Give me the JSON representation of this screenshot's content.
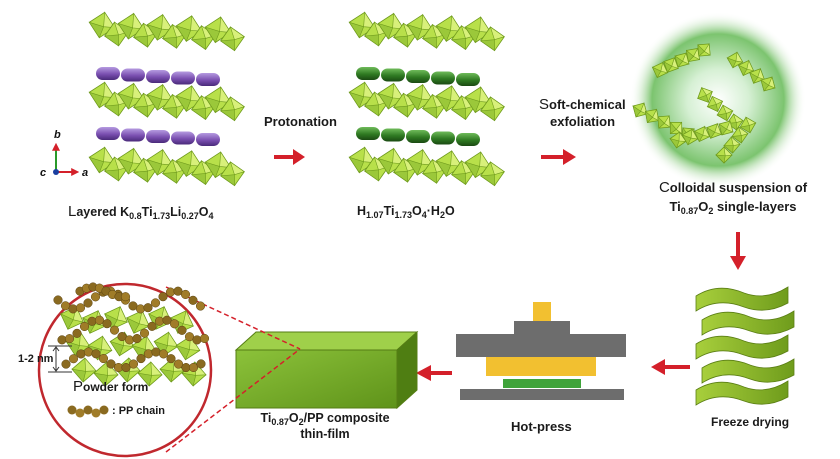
{
  "colors": {
    "octahedron_fill": "#b8e04a",
    "octahedron_edge": "#6e9a1c",
    "potassium_cylinder": "#7a4fb0",
    "hydrogen_cylinder": "#2f7a22",
    "arrow_red": "#d4202a",
    "press_gray": "#6d6d6d",
    "press_yellow": "#f2c030",
    "film_green": "#6fa31e",
    "pp_chain": "#8a6a20"
  },
  "axes": {
    "b": "b",
    "c": "c",
    "a": "a"
  },
  "labels": {
    "layered": {
      "cap": "L",
      "rest": "ayered ",
      "f1": "K",
      "s1": "0.8",
      "f2": "Ti",
      "s2": "1.73",
      "f3": "Li",
      "s3": "0.27",
      "f4": "O",
      "s4": "4"
    },
    "protonated": {
      "f1": "H",
      "s1": "1.07",
      "f2": "Ti",
      "s2": "1.73",
      "f3": "O",
      "s3": "4",
      "f4": "·H",
      "s4": "2",
      "f5": "O"
    },
    "protonation": "Protonation",
    "exfoliation_line1_cap": "S",
    "exfoliation_line1_rest": "oft-chemical",
    "exfoliation_line2": "exfoliation",
    "colloid_line1_cap": "C",
    "colloid_line1_rest": "olloidal suspension of",
    "colloid_line2": {
      "f1": "Ti",
      "s1": "0.87",
      "f2": "O",
      "s2": "2",
      "rest": " single-layers"
    },
    "freeze_drying": "Freeze drying",
    "hot_press": "Hot-press",
    "composite_line1": {
      "f1": "Ti",
      "s1": "0.87",
      "f2": "O",
      "s2": "2",
      "rest": "/PP composite"
    },
    "composite_line2": "thin-film",
    "powder_form_cap": "P",
    "powder_form_rest": "owder form",
    "pp_chain": ": PP chain",
    "spacing": "1-2 nm"
  }
}
